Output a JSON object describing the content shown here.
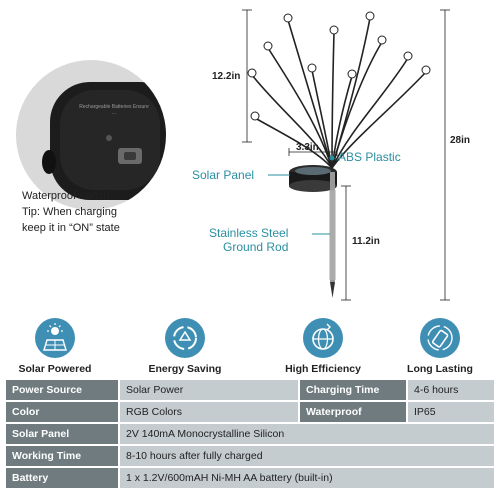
{
  "detail": {
    "panel_text": "Rechargeable Batteries Ensure ...",
    "caption_lines": [
      "Waterproof switch",
      "Tip: When charging",
      "keep it in “ON” state"
    ]
  },
  "dimensions": {
    "height_head": "12.2in",
    "height_total": "28in",
    "panel_width": "3.3in",
    "rod_length": "11.2in"
  },
  "callouts": {
    "abs": "ABS Plastic",
    "solar_panel": "Solar Panel",
    "rod_line1": "Stainless Steel",
    "rod_line2": "Ground Rod"
  },
  "features": [
    {
      "label": "Solar Powered",
      "icon": "solar-panel-icon"
    },
    {
      "label": "Energy Saving",
      "icon": "recycle-icon"
    },
    {
      "label": "High Efficiency",
      "icon": "globe-icon"
    },
    {
      "label": "Long Lasting",
      "icon": "battery-icon"
    }
  ],
  "specs": {
    "row1": {
      "k1": "Power Source",
      "v1": "Solar Power",
      "k2": "Charging Time",
      "v2": "4-6 hours"
    },
    "row2": {
      "k1": "Color",
      "v1": "RGB Colors",
      "k2": "Waterproof",
      "v2": "IP65"
    },
    "row3": {
      "k": "Solar Panel",
      "v": "2V 140mA Monocrystalline Silicon"
    },
    "row4": {
      "k": "Working Time",
      "v": "8-10 hours after fully charged"
    },
    "row5": {
      "k": "Battery",
      "v": "1 x 1.2V/600mAH Ni-MH AA battery (built-in)"
    }
  },
  "colors": {
    "accent": "#2a8fa0",
    "icon_blue": "#3f8fb4",
    "table_key": "#6f7b7f",
    "table_val": "#c4ccd0"
  }
}
